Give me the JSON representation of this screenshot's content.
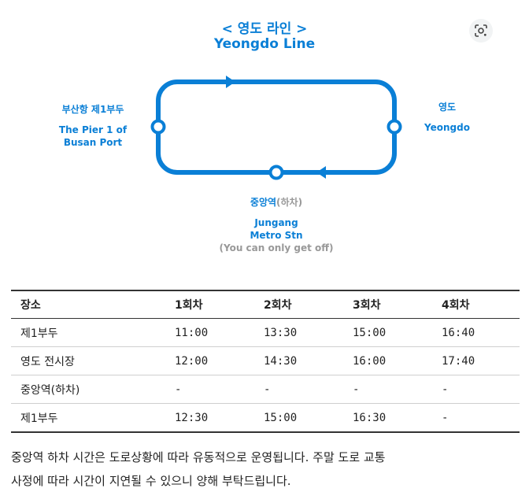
{
  "title": {
    "korean": "< 영도 라인 >",
    "english": "Yeongdo Line"
  },
  "icons": {
    "lens": "google-lens-icon"
  },
  "colors": {
    "route": "#0a7fd6",
    "muted": "#999999",
    "text": "#222222"
  },
  "stops": {
    "pier": {
      "korean": "부산항 제1부두",
      "english_line1": "The Pier 1 of",
      "english_line2": "Busan Port"
    },
    "yeongdo": {
      "korean": "영도",
      "english": "Yeongdo"
    },
    "jungang": {
      "korean": "중앙역",
      "korean_note": "(하차)",
      "english_line1": "Jungang",
      "english_line2": "Metro Stn",
      "english_note": "(You can only get off)"
    }
  },
  "table": {
    "headers": [
      "장소",
      "1회차",
      "2회차",
      "3회차",
      "4회차"
    ],
    "rows": [
      [
        "제1부두",
        "11:00",
        "13:30",
        "15:00",
        "16:40"
      ],
      [
        "영도 전시장",
        "12:00",
        "14:30",
        "16:00",
        "17:40"
      ],
      [
        "중앙역(하차)",
        "-",
        "-",
        "-",
        "-"
      ],
      [
        "제1부두",
        "12:30",
        "15:00",
        "16:30",
        "-"
      ]
    ]
  },
  "note": {
    "line1": "중앙역 하차 시간은 도로상황에 따라 유동적으로 운영됩니다. 주말 도로 교통",
    "line2": "사정에 따라 시간이 지연될 수 있으니 양해 부탁드립니다."
  }
}
